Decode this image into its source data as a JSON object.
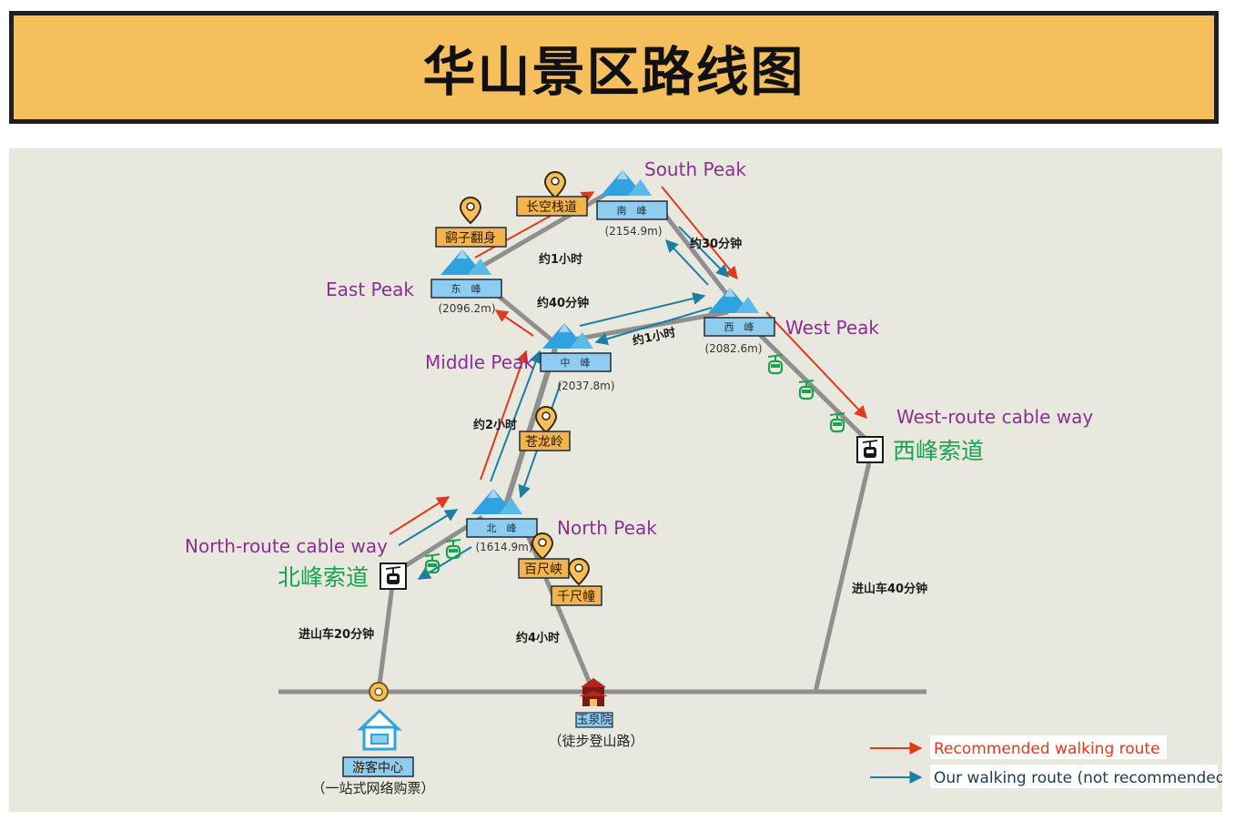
{
  "title": "华山景区路线图",
  "colors": {
    "banner": "#f6bf5d",
    "map_bg": "#e8e8df",
    "road": "#8f8f8f",
    "recommended": "#e03a1c",
    "ours": "#1b7ea3",
    "peak_triangle": "#2fa3df",
    "peak_box": "#8fcdf0",
    "poi_box": "#f4b44c",
    "cable_car": "#19a34f",
    "peak_label": "#8b2f93"
  },
  "peaks": [
    {
      "id": "south",
      "en": "South Peak",
      "cn": "南　峰",
      "elevation": "(2154.9m)"
    },
    {
      "id": "east",
      "en": "East Peak",
      "cn": "东　峰",
      "elevation": "(2096.2m)"
    },
    {
      "id": "west",
      "en": "West Peak",
      "cn": "西　峰",
      "elevation": "(2082.6m)"
    },
    {
      "id": "middle",
      "en": "Middle Peak",
      "cn": "中　峰",
      "elevation": "(2037.8m)"
    },
    {
      "id": "north",
      "en": "North Peak",
      "cn": "北　峰",
      "elevation": "(1614.9m)"
    }
  ],
  "pois": [
    "长空栈道",
    "鹞子翻身",
    "苍龙岭",
    "百尺峡",
    "千尺幢"
  ],
  "times": {
    "east_south": "约1小时",
    "south_west": "约30分钟",
    "east_middle": "约40分钟",
    "west_middle": "约1小时",
    "north_middle": "约2小时",
    "foot_north": "约4小时",
    "bus_north": "进山车20分钟",
    "bus_west": "进山车40分钟"
  },
  "cableways": {
    "north_en": "North-route cable way",
    "north_cn": "北峰索道",
    "west_en": "West-route cable way",
    "west_cn": "西峰索道"
  },
  "gates": {
    "visitor_center": "游客中心",
    "visitor_center_sub": "（一站式网络购票）",
    "yuquan": "玉泉院",
    "yuquan_sub": "（徒步登山路）"
  },
  "legend": {
    "recommended": "Recommended walking route",
    "ours": "Our walking route (not recommended)"
  },
  "icons": [
    "map-pin-icon",
    "cable-car-icon",
    "cable-station-icon",
    "house-icon",
    "temple-icon",
    "mountain-icon",
    "arrow-icon"
  ]
}
